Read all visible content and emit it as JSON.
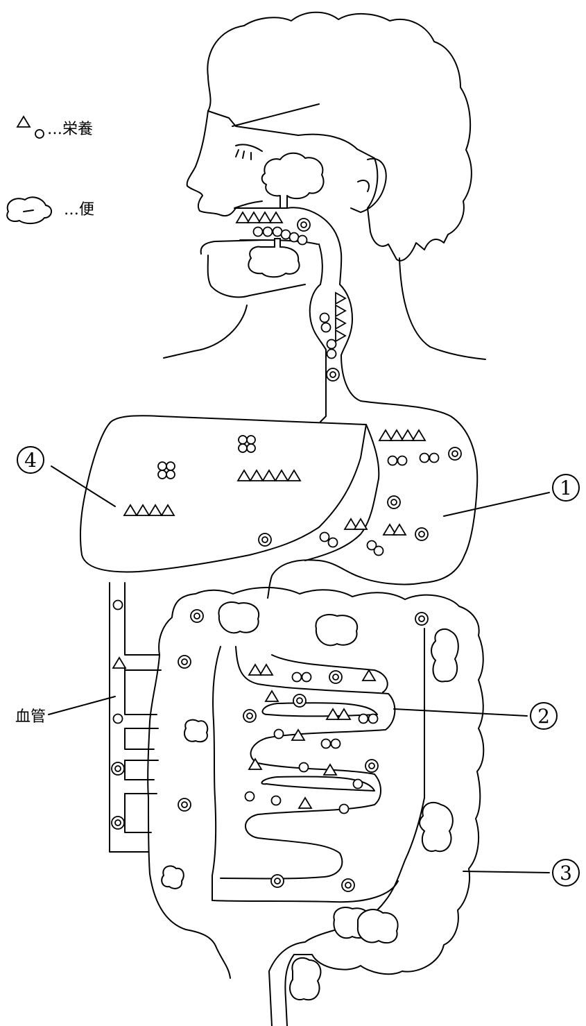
{
  "legend": {
    "nutrient_symbols": "△○",
    "nutrient_label": "…栄養",
    "stool_label": "…便"
  },
  "labels": {
    "one": "1",
    "two": "2",
    "three": "3",
    "four": "4",
    "blood_vessel": "血管"
  }
}
